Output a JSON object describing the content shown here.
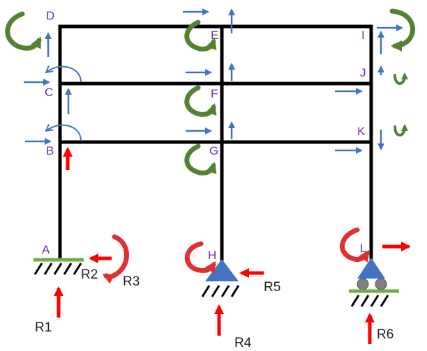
{
  "colors": {
    "frame": "#000000",
    "node_label": "#7030A0",
    "load_arrow": "#4472C4",
    "moment_green": "#548235",
    "reaction": "#FF0000",
    "support_fill": "#4472C4",
    "ground_line": "#70AD47",
    "roller": "#808080"
  },
  "nodes": {
    "A": "A",
    "B": "B",
    "C": "C",
    "D": "D",
    "E": "E",
    "F": "F",
    "G": "G",
    "H": "H",
    "I": "I",
    "J": "J",
    "K": "K",
    "L": "L"
  },
  "reactions": {
    "R1": "R1",
    "R2": "R2",
    "R3": "R3",
    "R4": "R4",
    "R5": "R5",
    "R6": "R6"
  },
  "supports": {
    "A": "fixed",
    "H": "pinned",
    "L": "roller"
  }
}
